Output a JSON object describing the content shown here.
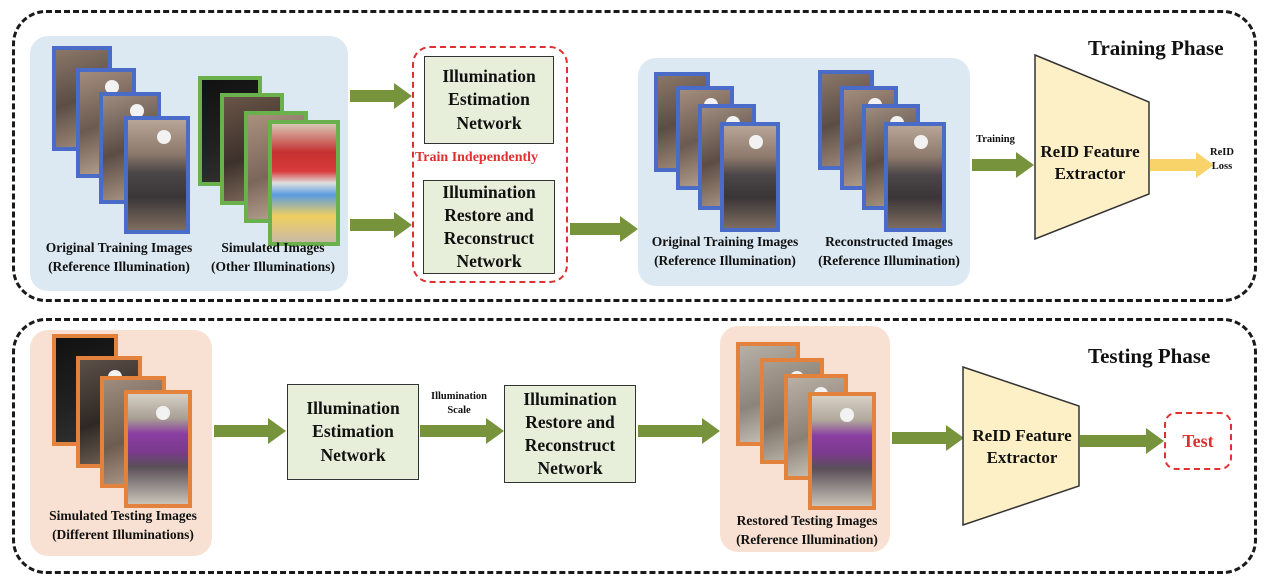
{
  "training": {
    "title": "Training Phase",
    "original_caption_1": "Original Training Images",
    "original_caption_2": "(Reference Illumination)",
    "simulated_caption_1": "Simulated Images",
    "simulated_caption_2": "(Other Illuminations)",
    "ien_label": "Illumination\nEstimation\nNetwork",
    "train_independently": "Train Independently",
    "irrn_label": "Illumination\nRestore and\nReconstruct\nNetwork",
    "orig_caption2_1": "Original Training Images",
    "orig_caption2_2": "(Reference Illumination)",
    "recon_caption_1": "Reconstructed Images",
    "recon_caption_2": "(Reference Illumination)",
    "training_label": "Training",
    "extractor_label": "ReID Feature\nExtractor",
    "loss_label": "ReID\nLoss"
  },
  "testing": {
    "title": "Testing Phase",
    "simulated_caption_1": "Simulated Testing Images",
    "simulated_caption_2": "(Different Illuminations)",
    "ien_label": "Illumination\nEstimation\nNetwork",
    "scale_label": "Illumination\nScale",
    "irrn_label": "Illumination\nRestore and\nReconstruct\nNetwork",
    "restored_caption_1": "Restored Testing Images",
    "restored_caption_2": "(Reference Illumination)",
    "extractor_label": "ReID Feature\nExtractor",
    "test_label": "Test"
  },
  "colors": {
    "arrow_green": "#77933c",
    "arrow_yellow": "#f7d36a",
    "frame_blue": "#4a6cc8",
    "frame_green": "#6ab04c",
    "frame_orange": "#e3823c",
    "dash_red": "#e03030",
    "extractor_fill": "#fdefc6"
  }
}
